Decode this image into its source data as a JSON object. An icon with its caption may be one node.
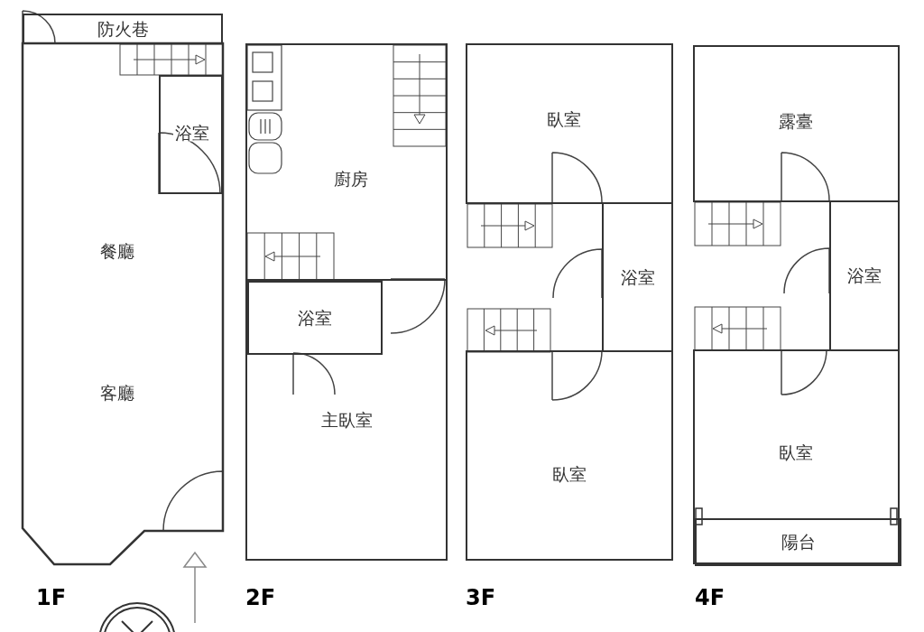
{
  "diagram": {
    "nodes": [
      {
        "text": [
          "防火巷"
        ]
      },
      {
        "text": [
          "餐廳",
          "客廳"
        ]
      },
      {
        "text": [
          "浴室"
        ],
        "in": 1
      },
      {
        "text": [
          "廚房"
        ]
      },
      {
        "text": [
          "主臥室"
        ]
      },
      {
        "text": [
          "浴室"
        ],
        "in": 4
      },
      {
        "text": [
          "臥室"
        ]
      },
      {
        "text": [
          "浴室"
        ]
      },
      {
        "text": [
          "臥室"
        ]
      },
      {
        "text": [
          "露臺"
        ]
      },
      {
        "text": [
          "浴室"
        ]
      },
      {
        "text": [
          "臥室"
        ]
      },
      {
        "text": [
          "陽台"
        ],
        "in": 11
      }
    ],
    "labels": [
      "1F",
      "2F",
      "3F",
      "4F"
    ]
  }
}
